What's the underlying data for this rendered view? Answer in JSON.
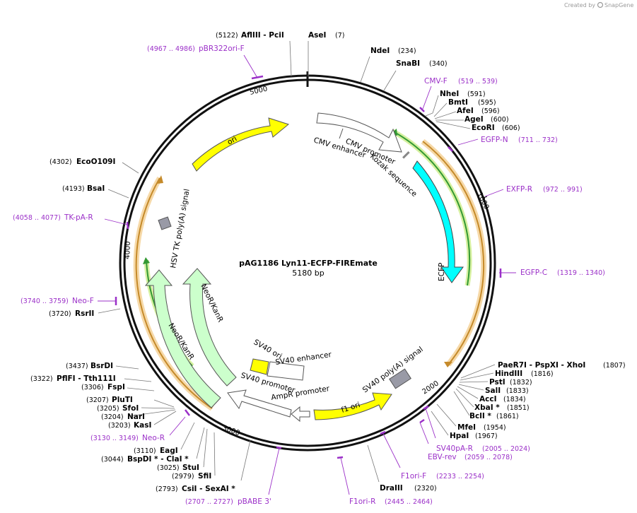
{
  "credit": {
    "created_by": "Created by",
    "brand": "SnapGene"
  },
  "plasmid": {
    "name": "pAG1186 Lyn11-ECFP-FIREmate",
    "length": "5180 bp"
  },
  "ticks": [
    "1000",
    "2000",
    "3000",
    "4000",
    "5000"
  ],
  "colors": {
    "primer": "#9b30c8",
    "ori": "#ffff00",
    "ecfp": "#00ffff",
    "neo": "#ccffcc",
    "gray": "#999aa6",
    "orange": "#e0a030",
    "green": "#339933"
  },
  "sites": [
    {
      "pos": "(5122)",
      "name": "AflIII  - PciI"
    },
    {
      "pos": "(7)",
      "name": "AseI"
    },
    {
      "pos": "(234)",
      "name": "NdeI"
    },
    {
      "pos": "(340)",
      "name": "SnaBI"
    },
    {
      "pos": "(591)",
      "name": "NheI"
    },
    {
      "pos": "(595)",
      "name": "BmtI"
    },
    {
      "pos": "(596)",
      "name": "AfeI"
    },
    {
      "pos": "(600)",
      "name": "AgeI"
    },
    {
      "pos": "(606)",
      "name": "EcoRI"
    },
    {
      "pos": "(4302)",
      "name": "EcoO109I"
    },
    {
      "pos": "(4193)",
      "name": "BsaI"
    },
    {
      "pos": "(3720)",
      "name": "RsrII"
    },
    {
      "pos": "(3437)",
      "name": "BsrDI"
    },
    {
      "pos": "(3322)",
      "name": "PflFI   - Tth111I"
    },
    {
      "pos": "(3306)",
      "name": "FspI"
    },
    {
      "pos": "(3207)",
      "name": "PluTI"
    },
    {
      "pos": "(3205)",
      "name": "SfoI"
    },
    {
      "pos": "(3204)",
      "name": "NarI"
    },
    {
      "pos": "(3203)",
      "name": "KasI"
    },
    {
      "pos": "(3110)",
      "name": "EagI"
    },
    {
      "pos": "(3044)",
      "name": "BspDI *  - ClaI *"
    },
    {
      "pos": "(3025)",
      "name": "StuI"
    },
    {
      "pos": "(2979)",
      "name": "SfiI"
    },
    {
      "pos": "(2793)",
      "name": "CsiI   - SexAI *"
    },
    {
      "pos": "(1807)",
      "name": "PaeR7I   - PspXI   - XhoI"
    },
    {
      "pos": "(1816)",
      "name": "HindIII"
    },
    {
      "pos": "(1832)",
      "name": "PstI"
    },
    {
      "pos": "(1833)",
      "name": "SalI"
    },
    {
      "pos": "(1834)",
      "name": "AccI"
    },
    {
      "pos": "(1851)",
      "name": "XbaI *"
    },
    {
      "pos": "(1861)",
      "name": "BclI *"
    },
    {
      "pos": "(1954)",
      "name": "MfeI"
    },
    {
      "pos": "(1967)",
      "name": "HpaI"
    },
    {
      "pos": "(2320)",
      "name": "DraIII"
    }
  ],
  "primers": [
    {
      "name": "pBR322ori-F",
      "range": "(4967 .. 4986)"
    },
    {
      "name": "CMV-F",
      "range": "(519 .. 539)"
    },
    {
      "name": "EGFP-N",
      "range": "(711 .. 732)"
    },
    {
      "name": "EXFP-R",
      "range": "(972 .. 991)"
    },
    {
      "name": "EGFP-C",
      "range": "(1319 .. 1340)"
    },
    {
      "name": "TK-pA-R",
      "range": "(4058 .. 4077)"
    },
    {
      "name": "Neo-F",
      "range": "(3740 .. 3759)"
    },
    {
      "name": "Neo-R",
      "range": "(3130 .. 3149)"
    },
    {
      "name": "pBABE 3'",
      "range": "(2707 .. 2727)"
    },
    {
      "name": "F1ori-R",
      "range": "(2445 .. 2464)"
    },
    {
      "name": "F1ori-F",
      "range": "(2233 .. 2254)"
    },
    {
      "name": "EBV-rev",
      "range": "(2059 .. 2078)"
    },
    {
      "name": "SV40pA-R",
      "range": "(2005 .. 2024)"
    }
  ],
  "features": [
    "ori",
    "CMV enhancer",
    "CMV promoter",
    "Kozak sequence",
    "ECFP",
    "HSV TK poly(A) signal",
    "NeoR/KanR",
    "NeoR/KanR",
    "SV40 ori",
    "SV40 enhancer",
    "SV40 promoter",
    "AmpR promoter",
    "f1 ori",
    "SV40 poly(A) signal"
  ]
}
